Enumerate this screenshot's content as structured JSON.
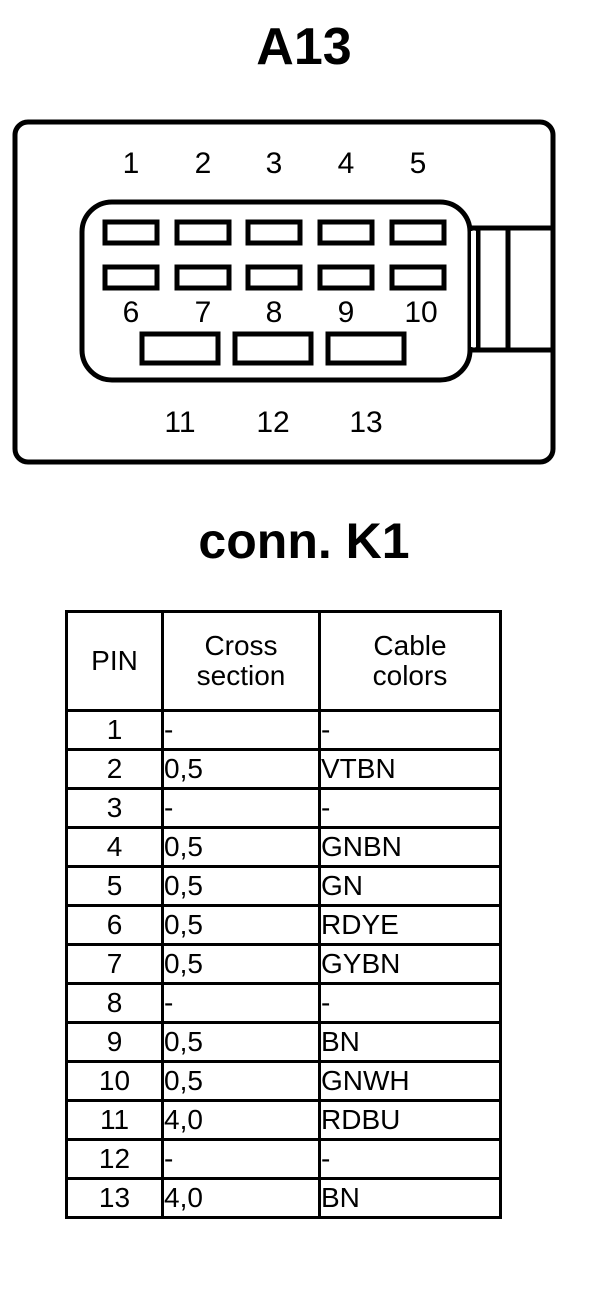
{
  "connector": {
    "title": "A13",
    "top_pin_labels": [
      "1",
      "2",
      "3",
      "4",
      "5"
    ],
    "middle_pin_labels": [
      "6",
      "7",
      "8",
      "9",
      "10"
    ],
    "bottom_pin_labels": [
      "11",
      "12",
      "13"
    ],
    "stroke_color": "#000000",
    "background_color": "#ffffff"
  },
  "table": {
    "title": "conn. K1",
    "headers": {
      "pin": [
        "PIN"
      ],
      "cross_section": [
        "Cross",
        "section"
      ],
      "cable_colors": [
        "Cable",
        "colors"
      ]
    },
    "rows": [
      {
        "pin": "1",
        "cross_section": "-",
        "cable_colors": "-"
      },
      {
        "pin": "2",
        "cross_section": "0,5",
        "cable_colors": "VTBN"
      },
      {
        "pin": "3",
        "cross_section": "-",
        "cable_colors": "-"
      },
      {
        "pin": "4",
        "cross_section": "0,5",
        "cable_colors": "GNBN"
      },
      {
        "pin": "5",
        "cross_section": "0,5",
        "cable_colors": "GN"
      },
      {
        "pin": "6",
        "cross_section": "0,5",
        "cable_colors": "RDYE"
      },
      {
        "pin": "7",
        "cross_section": "0,5",
        "cable_colors": "GYBN"
      },
      {
        "pin": "8",
        "cross_section": "-",
        "cable_colors": "-"
      },
      {
        "pin": "9",
        "cross_section": "0,5",
        "cable_colors": "BN"
      },
      {
        "pin": "10",
        "cross_section": "0,5",
        "cable_colors": "GNWH"
      },
      {
        "pin": "11",
        "cross_section": "4,0",
        "cable_colors": "RDBU"
      },
      {
        "pin": "12",
        "cross_section": "-",
        "cable_colors": "-"
      },
      {
        "pin": "13",
        "cross_section": "4,0",
        "cable_colors": "BN"
      }
    ]
  }
}
